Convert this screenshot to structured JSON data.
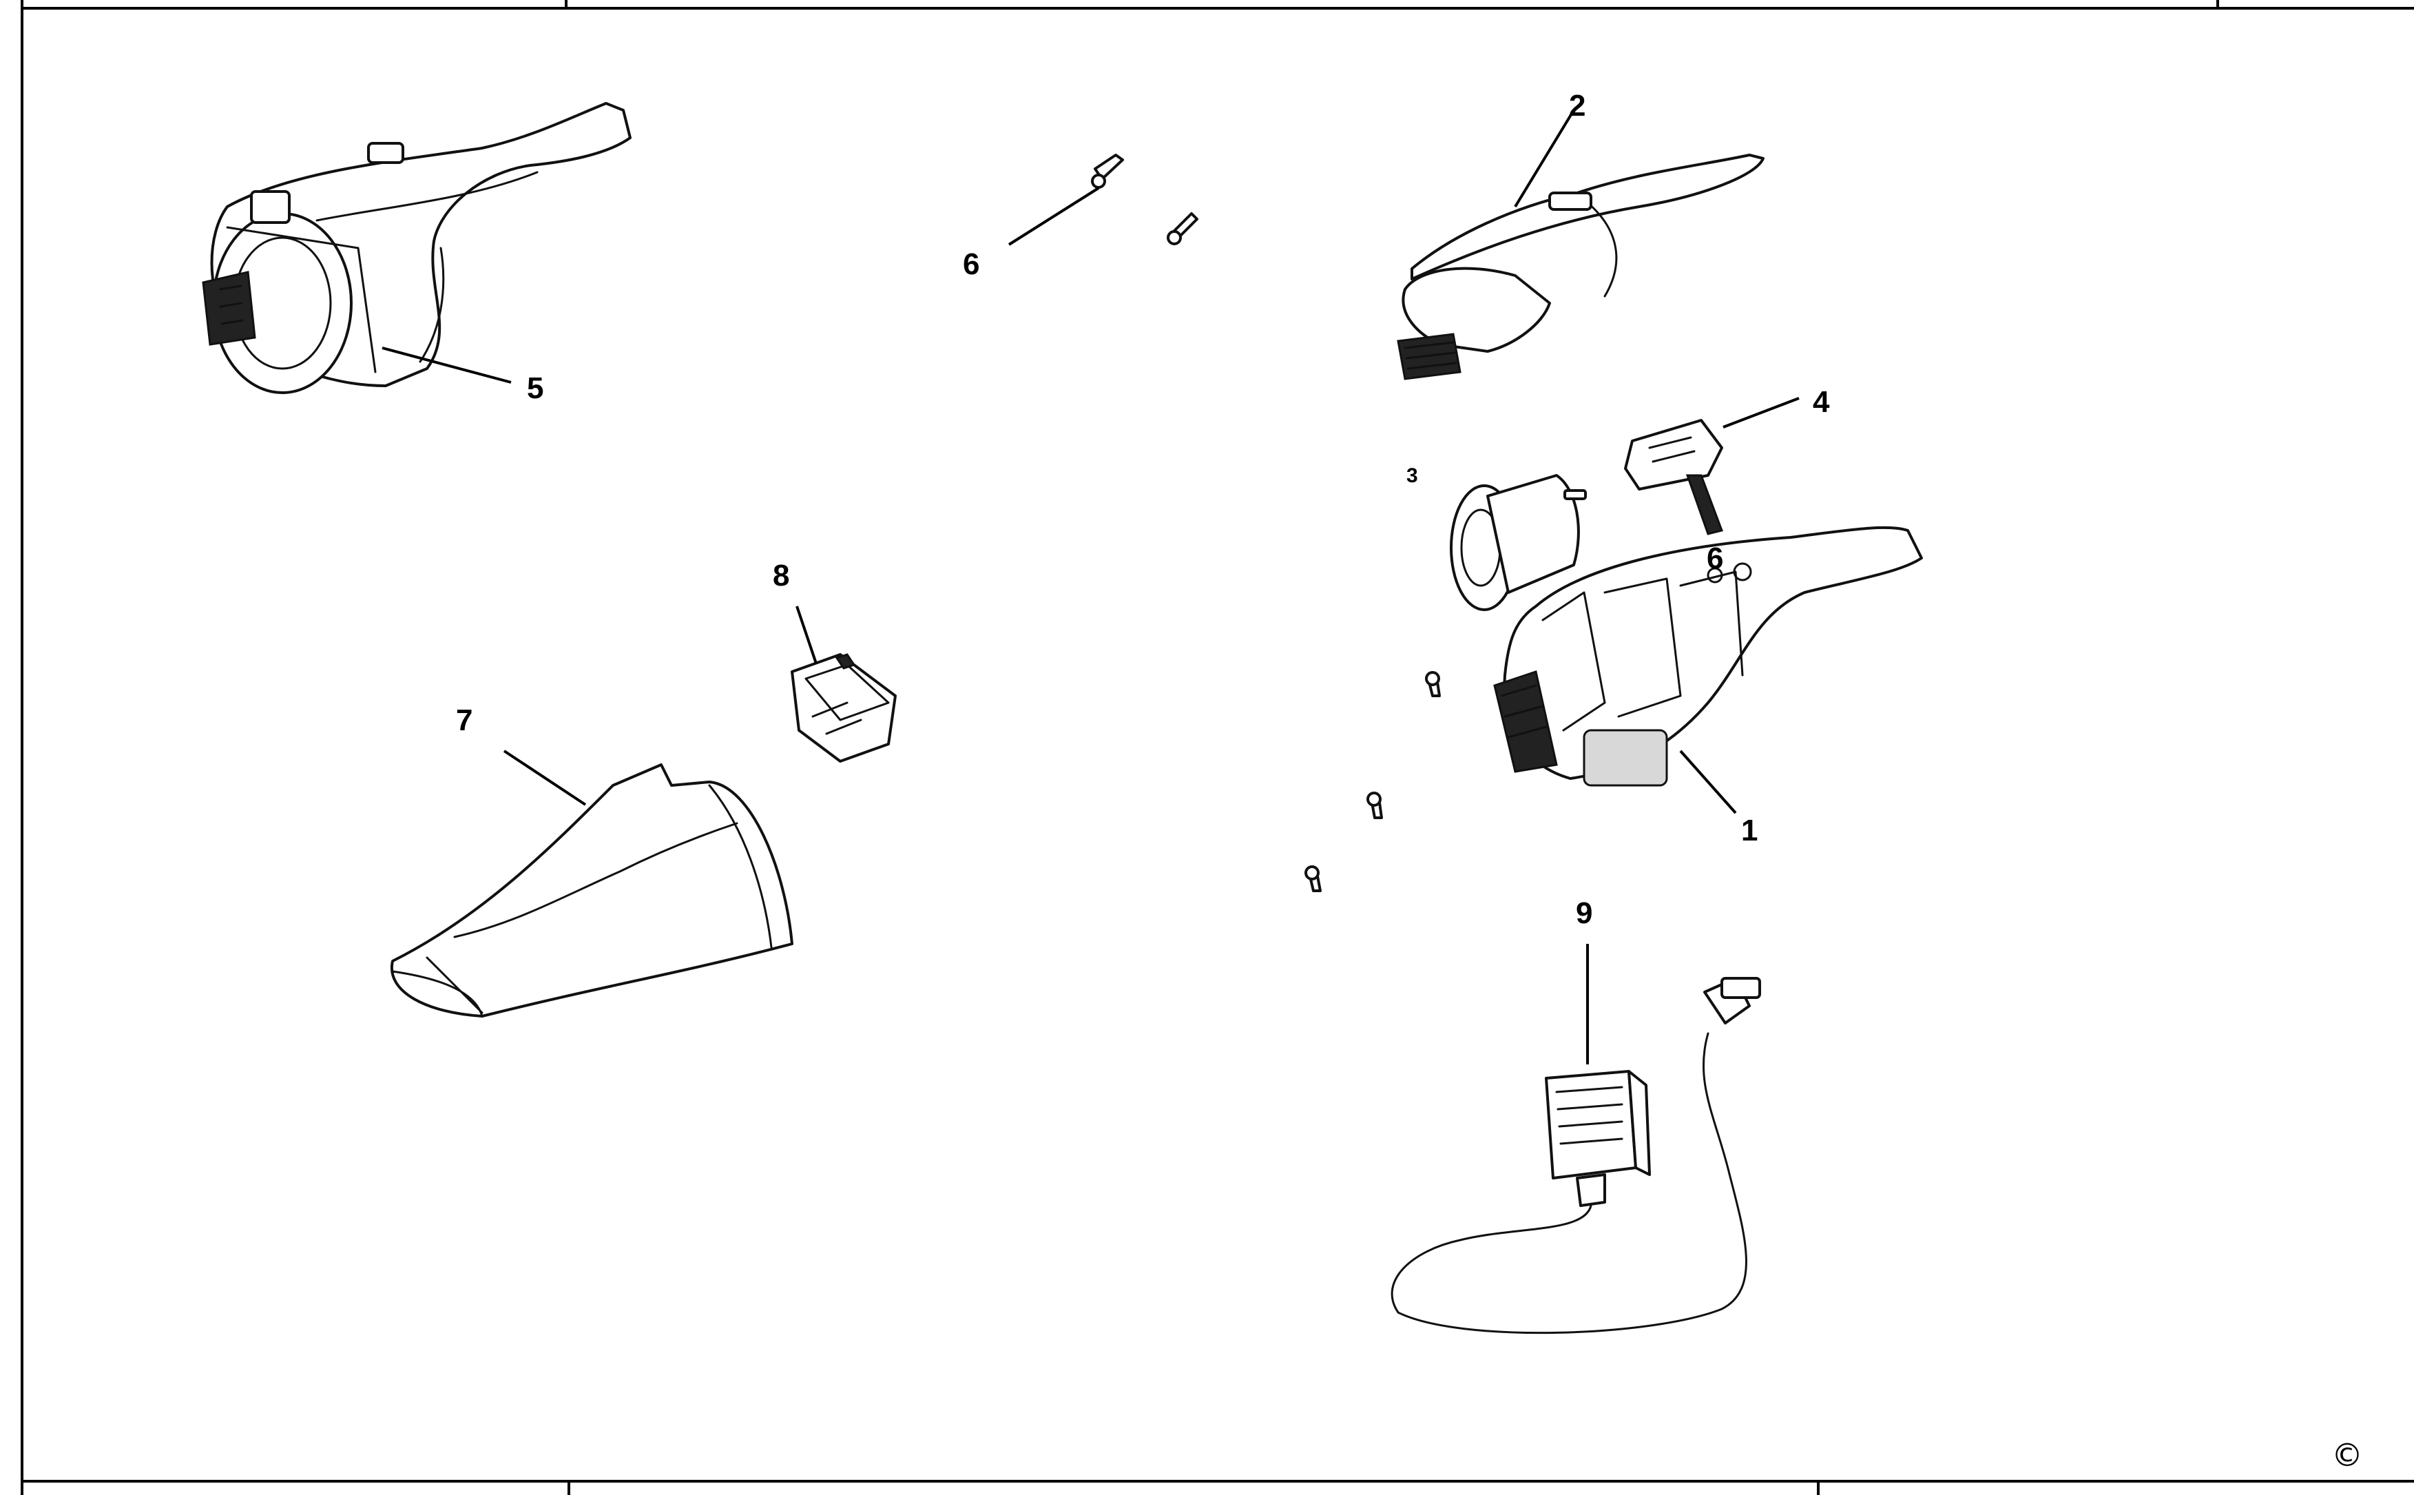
{
  "callouts": {
    "c1": "1",
    "c2": "2",
    "c3": "3",
    "c4": "4",
    "c5": "5",
    "c6a": "6",
    "c6b": "6",
    "c7": "7",
    "c8": "8",
    "c9": "9"
  },
  "copyright_symbol": "©"
}
